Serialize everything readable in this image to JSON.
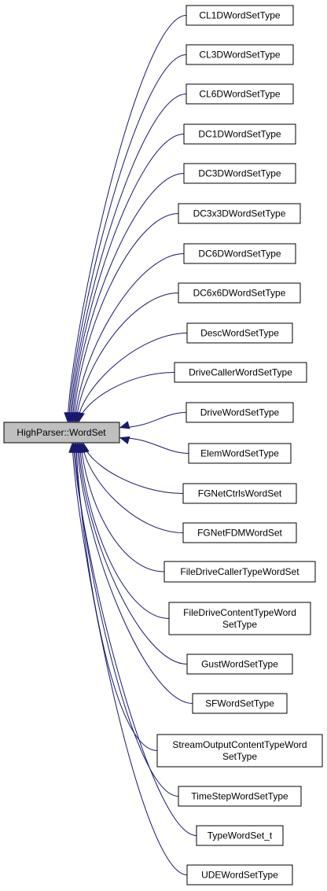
{
  "root": {
    "label": "HighParser::WordSet"
  },
  "nodes": [
    {
      "id": "cl1d",
      "lines": [
        "CL1DWordSetType"
      ]
    },
    {
      "id": "cl3d",
      "lines": [
        "CL3DWordSetType"
      ]
    },
    {
      "id": "cl6d",
      "lines": [
        "CL6DWordSetType"
      ]
    },
    {
      "id": "dc1d",
      "lines": [
        "DC1DWordSetType"
      ]
    },
    {
      "id": "dc3d",
      "lines": [
        "DC3DWordSetType"
      ]
    },
    {
      "id": "dc3x3d",
      "lines": [
        "DC3x3DWordSetType"
      ]
    },
    {
      "id": "dc6d",
      "lines": [
        "DC6DWordSetType"
      ]
    },
    {
      "id": "dc6x6d",
      "lines": [
        "DC6x6DWordSetType"
      ]
    },
    {
      "id": "desc",
      "lines": [
        "DescWordSetType"
      ]
    },
    {
      "id": "drivecaller",
      "lines": [
        "DriveCallerWordSetType"
      ]
    },
    {
      "id": "drive",
      "lines": [
        "DriveWordSetType"
      ]
    },
    {
      "id": "elem",
      "lines": [
        "ElemWordSetType"
      ]
    },
    {
      "id": "fgnetctrls",
      "lines": [
        "FGNetCtrlsWordSet"
      ]
    },
    {
      "id": "fgnetfdm",
      "lines": [
        "FGNetFDMWordSet"
      ]
    },
    {
      "id": "filedrivecaller",
      "lines": [
        "FileDriveCallerTypeWordSet"
      ]
    },
    {
      "id": "filedrivecontent",
      "lines": [
        "FileDriveContentTypeWord",
        "SetType"
      ]
    },
    {
      "id": "gust",
      "lines": [
        "GustWordSetType"
      ]
    },
    {
      "id": "sf",
      "lines": [
        "SFWordSetType"
      ]
    },
    {
      "id": "streamoutput",
      "lines": [
        "StreamOutputContentTypeWord",
        "SetType"
      ]
    },
    {
      "id": "timestep",
      "lines": [
        "TimeStepWordSetType"
      ]
    },
    {
      "id": "typewordset",
      "lines": [
        "TypeWordSet_t"
      ]
    },
    {
      "id": "ude",
      "lines": [
        "UDEWordSetType"
      ]
    }
  ],
  "colors": {
    "edge": "#191970",
    "root_fill": "#bfbfbf",
    "node_fill": "#ffffff",
    "border": "#000000"
  }
}
